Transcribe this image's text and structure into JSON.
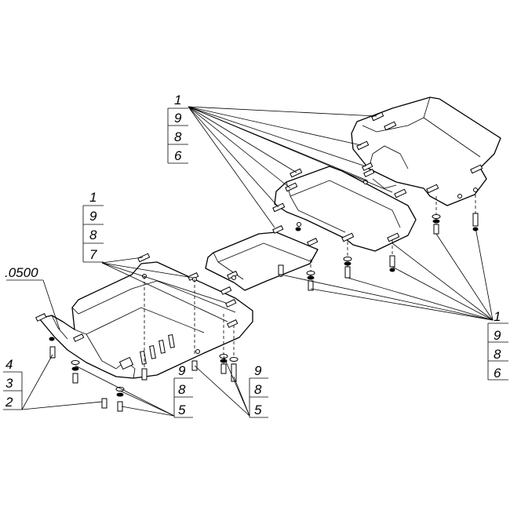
{
  "callouts": {
    "group_top": [
      "1",
      "9",
      "8",
      "6"
    ],
    "group_left": [
      "1",
      "9",
      "8",
      "7"
    ],
    "group_right": [
      "1",
      "9",
      "8",
      "6"
    ],
    "part_code": ".0500",
    "group_bottom_left": [
      "4",
      "3",
      "2"
    ],
    "group_bottom_mid1": [
      "9",
      "8",
      "5"
    ],
    "group_bottom_mid2": [
      "9",
      "8",
      "5"
    ]
  }
}
